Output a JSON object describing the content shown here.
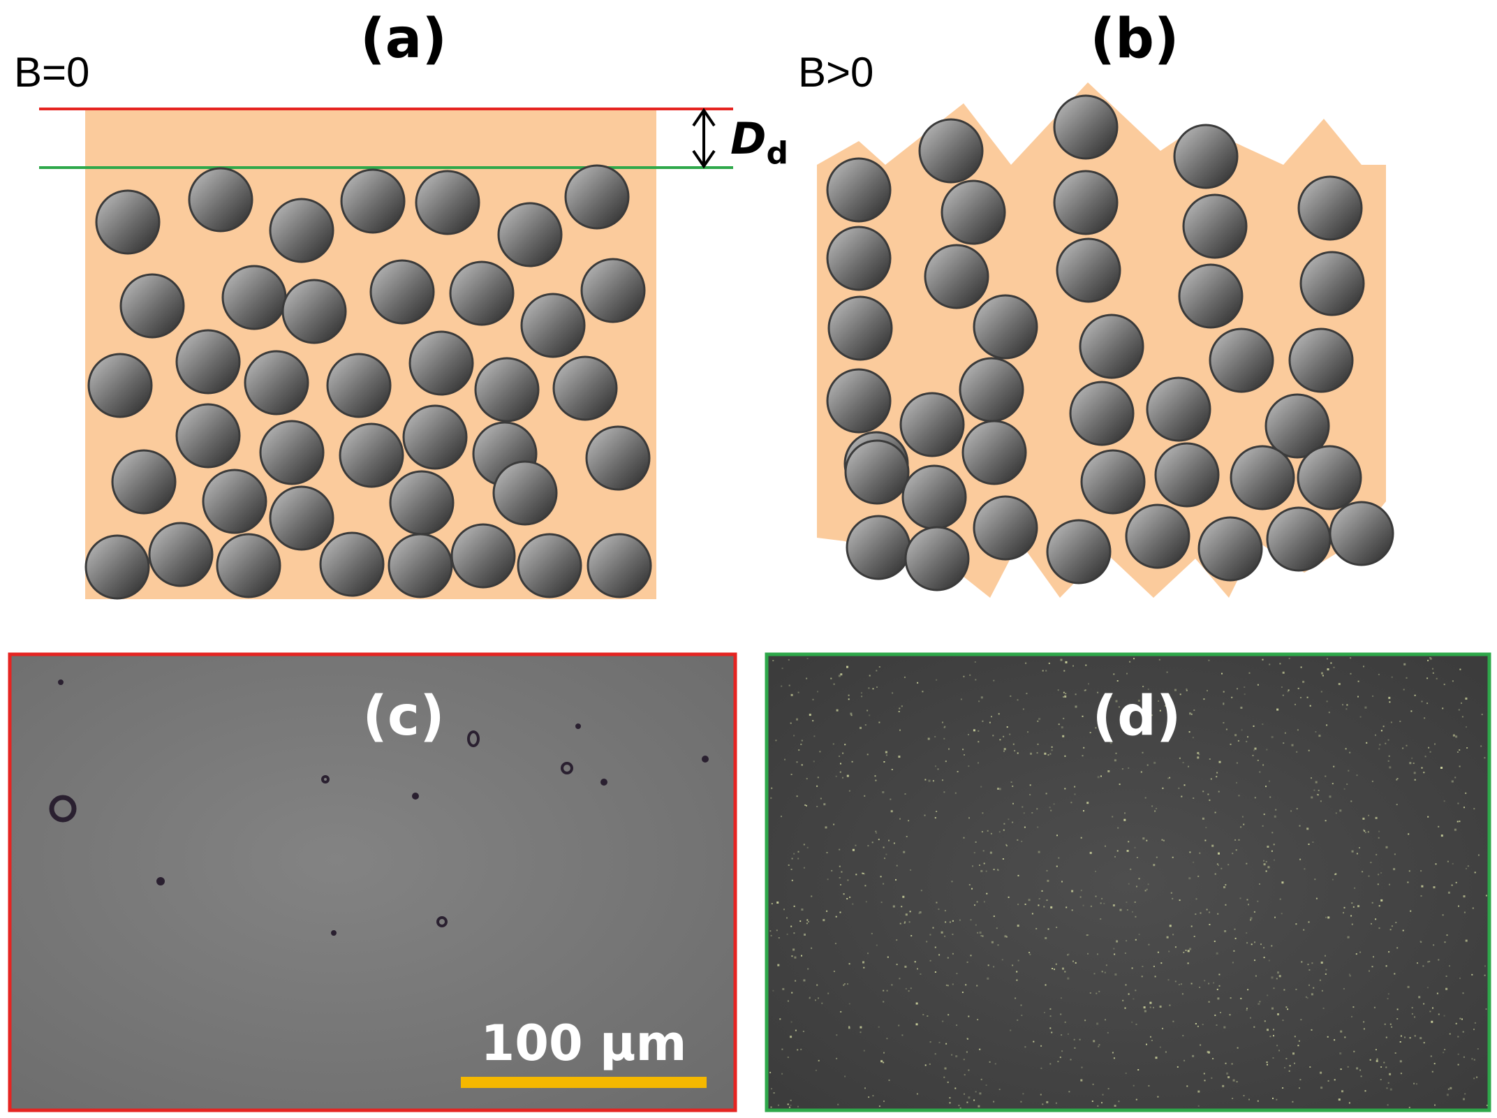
{
  "panels": {
    "a": {
      "label": "(a)",
      "condition": "B=0",
      "thickness_label": "D",
      "thickness_sub": "d"
    },
    "b": {
      "label": "(b)",
      "condition": "B>0"
    },
    "c": {
      "label": "(c)",
      "scale_bar": "100 μm"
    },
    "d": {
      "label": "(d)"
    }
  },
  "colors": {
    "matrix": "#fbcb9c",
    "particle_light": "#bdbdbd",
    "particle_dark": "#2e2e2e",
    "top_line": "#e52421",
    "interface_line": "#2ea84a",
    "frame_c": "#e52421",
    "frame_d": "#2ea84a",
    "scale_bar": "#f5b800",
    "micrograph_c": "#7a7a7a",
    "micrograph_d": "#454545"
  }
}
